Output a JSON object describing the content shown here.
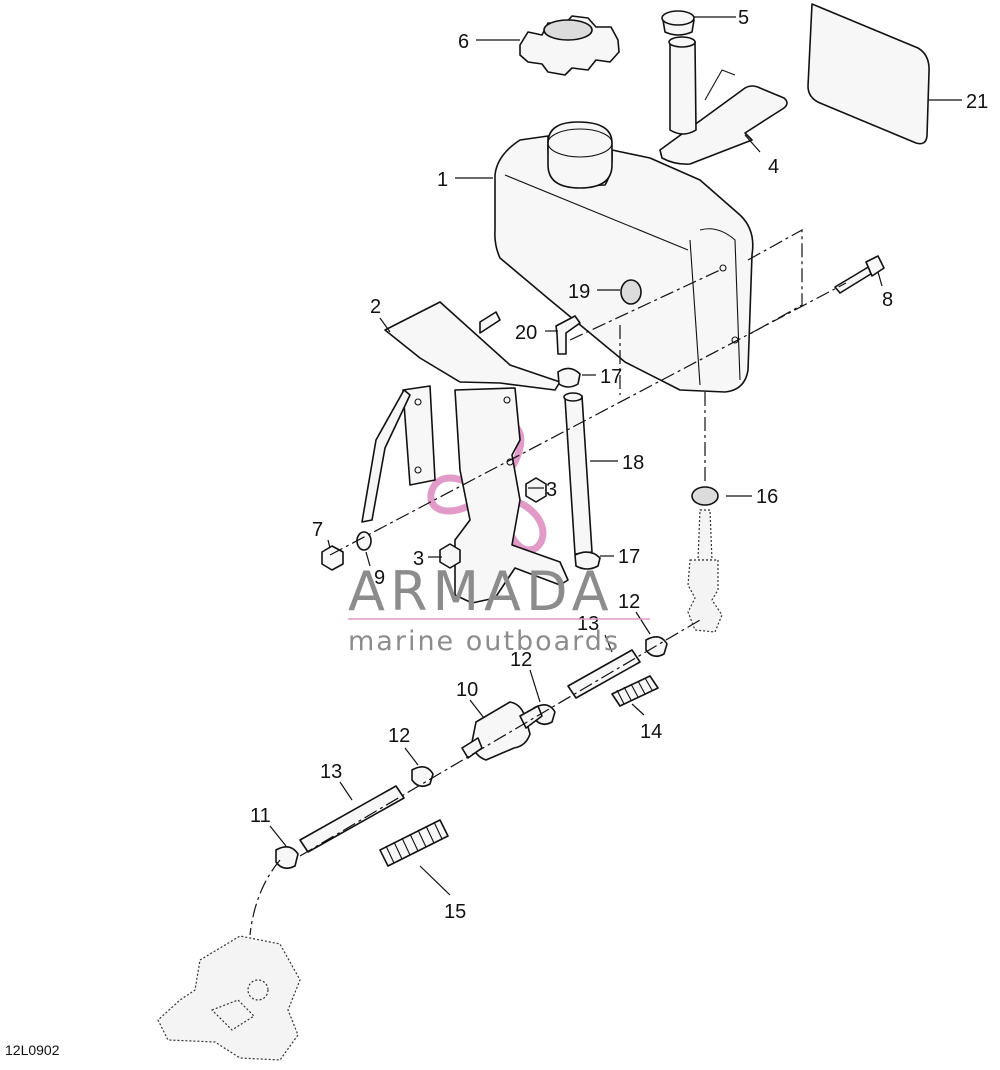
{
  "figure_code": "12L0902",
  "watermark": {
    "brand": "ARMADA",
    "tagline": "marine outboards",
    "colors": {
      "logo": "#e29ac8",
      "text": "#8c8c8c"
    }
  },
  "callouts": {
    "c1": "1",
    "c2": "2",
    "c3a": "3",
    "c3b": "3",
    "c4": "4",
    "c5": "5",
    "c6": "6",
    "c7": "7",
    "c8": "8",
    "c9": "9",
    "c10": "10",
    "c11": "11",
    "c12a": "12",
    "c12b": "12",
    "c12c": "12",
    "c13a": "13",
    "c13b": "13",
    "c14": "14",
    "c15": "15",
    "c16": "16",
    "c17a": "17",
    "c17b": "17",
    "c18": "18",
    "c19": "19",
    "c20": "20",
    "c21": "21"
  }
}
